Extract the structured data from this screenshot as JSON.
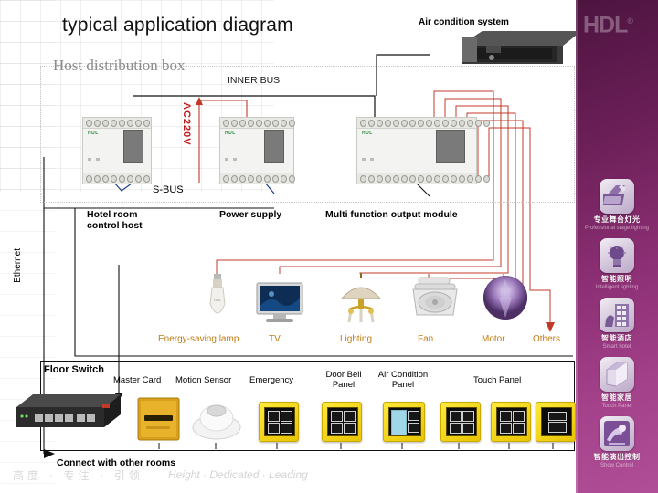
{
  "slide": {
    "title": "typical application diagram",
    "subtitle": "Host distribution box",
    "tagline_cn": "高度 · 专注 · 引领",
    "tagline_en": "Height · Dedicated · Leading",
    "brand": "HDL",
    "brand_sup": "®",
    "accent_purple": "#8c2f74",
    "accent_yellow": "#ffe93a",
    "wire_red": "#c0392b",
    "wire_black": "#111111",
    "wire_blue": "#1a3a8f",
    "device_label_color": "#c07a10"
  },
  "diagram_labels": {
    "inner_bus": "INNER BUS",
    "air_condition_system": "Air condition system",
    "s_bus": "S-BUS",
    "ac220v": "AC220V",
    "ethernet": "Ethernet",
    "hotel_room_control_host": "Hotel room\ncontrol host",
    "hotel_room_control_host_line1": "Hotel room",
    "hotel_room_control_host_line2": "control host",
    "power_supply": "Power supply",
    "multi_function_output_module": "Multi function output module",
    "floor_switch": "Floor Switch",
    "connect_with_other_rooms": "Connect with other rooms"
  },
  "loads": [
    {
      "name": "energy-saving-lamp",
      "label": "Energy-saving lamp"
    },
    {
      "name": "tv",
      "label": "TV"
    },
    {
      "name": "lighting",
      "label": "Lighting"
    },
    {
      "name": "fan",
      "label": "Fan"
    },
    {
      "name": "motor",
      "label": "Motor"
    },
    {
      "name": "others",
      "label": "Others"
    }
  ],
  "panels": [
    {
      "name": "master-card",
      "label": "Master Card",
      "label_line1": "Master Card",
      "label_line2": ""
    },
    {
      "name": "motion-sensor",
      "label": "Motion Sensor",
      "label_line1": "Motion Sensor",
      "label_line2": ""
    },
    {
      "name": "emergency",
      "label": "Emergency",
      "label_line1": "Emergency",
      "label_line2": ""
    },
    {
      "name": "door-bell-panel",
      "label": "Door Bell Panel",
      "label_line1": "Door Bell",
      "label_line2": "Panel"
    },
    {
      "name": "air-condition-panel",
      "label": "Air Condition Panel",
      "label_line1": "Air Condition",
      "label_line2": "Panel"
    },
    {
      "name": "touch-panel",
      "label": "Touch Panel",
      "label_line1": "Touch Panel",
      "label_line2": ""
    }
  ],
  "sidebar": {
    "items": [
      {
        "name": "professional-stage-lighting",
        "icon": "stage-console-icon",
        "cn": "专业舞台灯光",
        "en": "Professional stage lighting"
      },
      {
        "name": "intelligent-lighting",
        "icon": "bulb-icon",
        "cn": "智能照明",
        "en": "Intelligent lighting"
      },
      {
        "name": "smart-hotel",
        "icon": "hotel-icon",
        "cn": "智能酒店",
        "en": "Smart hotel"
      },
      {
        "name": "touch-panel-series",
        "icon": "panel-icon",
        "cn": "智能家居",
        "en": "Touch Panel"
      },
      {
        "name": "stage-show-control",
        "icon": "show-control-icon",
        "cn": "智能演出控制",
        "en": "Show Control"
      }
    ]
  }
}
